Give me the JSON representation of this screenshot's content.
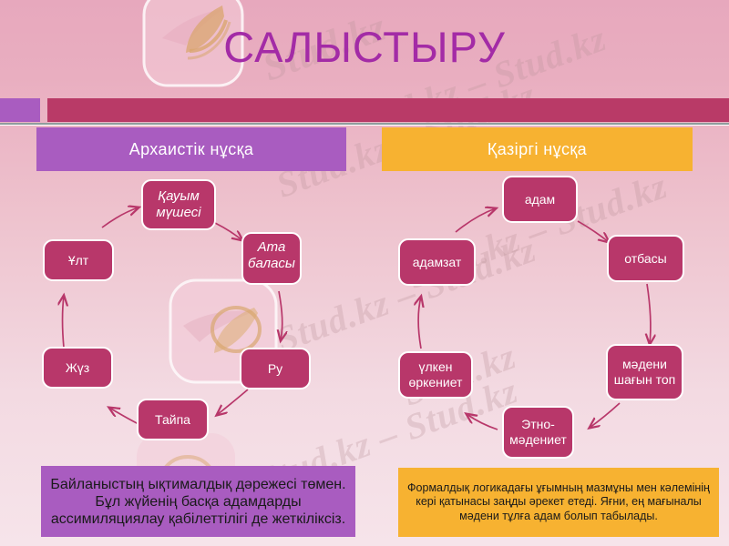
{
  "slide": {
    "title": "САЛЫСТЫРУ",
    "title_color": "#a32ba6",
    "background_top_color": "#e7a8bd",
    "background_bottom_color": "#f6e4ea",
    "band_color": "#b93a67",
    "band_swatch_color": "#a95cc0"
  },
  "columns": {
    "left": {
      "header": "Архаистік  нұсқа",
      "header_color": "#a95cc0"
    },
    "right": {
      "header": "Қазіргі нұсқа",
      "header_color": "#f7b231"
    }
  },
  "node_color": "#b8376a",
  "left_cycle": {
    "nodes": [
      {
        "id": "kauym",
        "label": "Қауым мүшесі"
      },
      {
        "id": "ata",
        "label": "Ата баласы"
      },
      {
        "id": "ru",
        "label": "Ру"
      },
      {
        "id": "taipa",
        "label": "Тайпа"
      },
      {
        "id": "zhuz",
        "label": "Жүз"
      },
      {
        "id": "ult",
        "label": "Ұлт"
      }
    ]
  },
  "right_cycle": {
    "nodes": [
      {
        "id": "adam",
        "label": "адам"
      },
      {
        "id": "otbasy",
        "label": "отбасы"
      },
      {
        "id": "madeni",
        "label": "мәдени шағын топ"
      },
      {
        "id": "etno",
        "label": "Этно-мәдениет"
      },
      {
        "id": "orkeniet",
        "label": "үлкен өркениет"
      },
      {
        "id": "adamzat",
        "label": "адамзат"
      }
    ]
  },
  "notes": {
    "left": "Байланыстың ықтималдық дәрежесі төмен. Бұл жүйенің басқа адамдарды ассимиляциялау қабілеттілігі де жеткіліксіз.",
    "right": "Формалдық логикадағы ұғымның мазмұны мен кәлемінің кері қатынасы заңды әрекет етеді. Яғни, ең мағыналы мәдени тұлға адам болып табылады."
  },
  "watermarks": {
    "text": "Stud.kz - Stud.kz"
  }
}
